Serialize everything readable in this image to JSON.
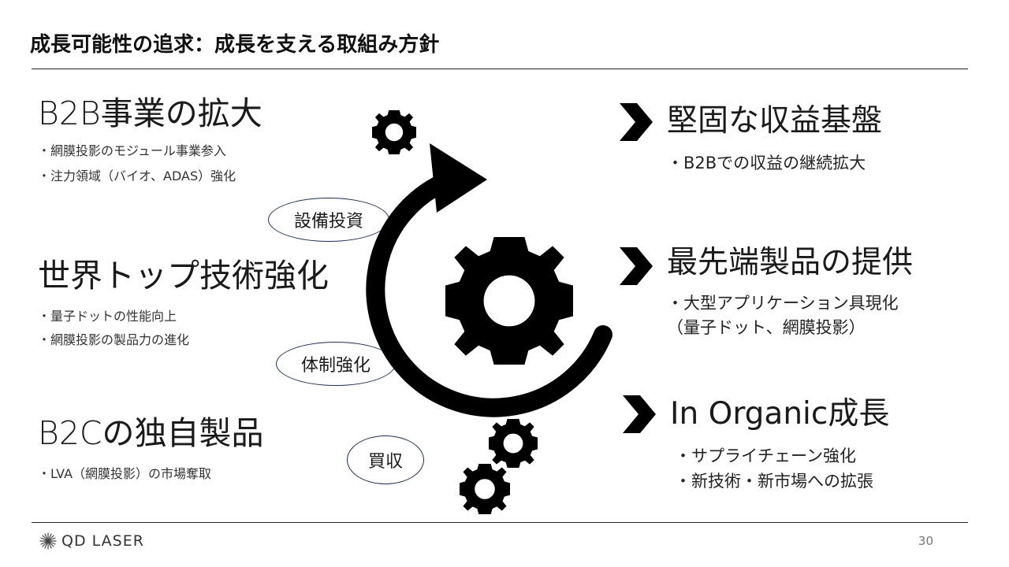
{
  "header": {
    "title": "成長可能性の追求：成長を支える取組み方針"
  },
  "left": [
    {
      "heading": "B2B事業の拡大",
      "bullets": [
        "・網膜投影のモジュール事業参入",
        "・注力領域（バイオ、ADAS）強化"
      ]
    },
    {
      "heading": "世界トップ技術強化",
      "bullets": [
        "・量子ドットの性能向上",
        "・網膜投影の製品力の進化"
      ]
    },
    {
      "heading": "B2Cの独自製品",
      "bullets": [
        "・LVA（網膜投影）の市場奪取"
      ]
    }
  ],
  "ovals": [
    "設備投資",
    "体制強化",
    "買収"
  ],
  "right": [
    {
      "heading": "堅固な収益基盤",
      "lines": [
        "・B2Bでの収益の継続拡大"
      ]
    },
    {
      "heading": "最先端製品の提供",
      "lines": [
        "・大型アプリケーション具現化",
        "（量子ドット、網膜投影）"
      ]
    },
    {
      "heading": "In Organic成長",
      "lines": [
        "・サプライチェーン強化",
        "・新技術・新市場への拡張"
      ]
    }
  ],
  "footer": {
    "logo_text": "QD LASER",
    "page_number": "30"
  },
  "icons": [
    "gear-icon",
    "circular-arrow-icon",
    "chevron-right-icon",
    "starburst-logo-icon"
  ],
  "colors": {
    "text": "#1a1a1a",
    "oval_border": "#1f2d4d",
    "icon": "#000000"
  }
}
